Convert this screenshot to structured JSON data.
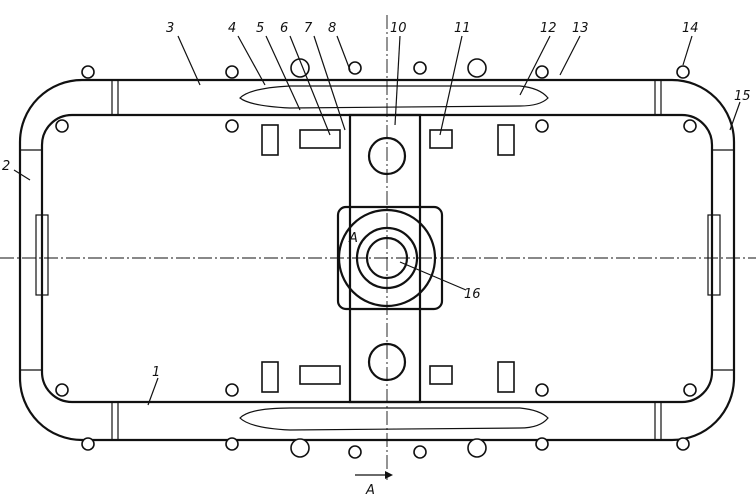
{
  "drawing": {
    "part_labels": {
      "l1": "1",
      "l2": "2",
      "l3": "3",
      "l4": "4",
      "l5": "5",
      "l6": "6",
      "l7": "7",
      "l8": "8",
      "l10": "10",
      "l11": "11",
      "l12": "12",
      "l13": "13",
      "l14": "14",
      "l15": "15",
      "l16": "16"
    },
    "section_mark": "A",
    "section_mark_bottom": "A"
  }
}
